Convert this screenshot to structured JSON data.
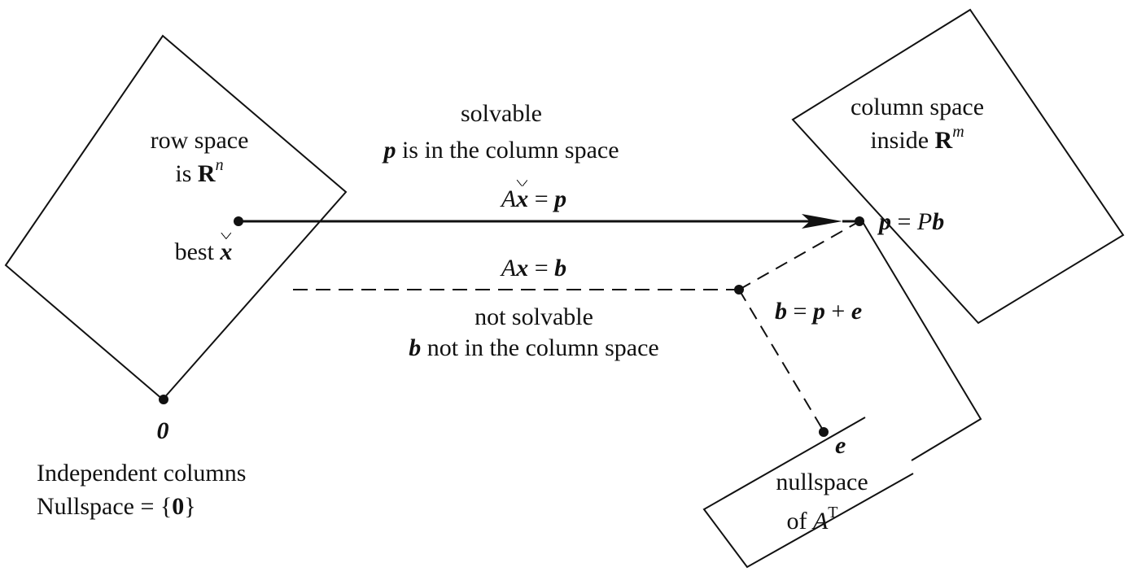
{
  "row_space": {
    "line1": "row space",
    "line2_prefix": "is ",
    "line2_symbol": "R",
    "line2_exp": "n"
  },
  "best": {
    "prefix": "best ",
    "var": "x"
  },
  "zero": {
    "label": "0"
  },
  "independent": {
    "line1": "Independent columns",
    "line2_prefix": "Nullspace = {",
    "line2_zero": "0",
    "line2_suffix": "}"
  },
  "solvable": {
    "title": "solvable",
    "line2_var": "p",
    "line2_text": " is in the column space",
    "eq_A": "A",
    "eq_x": "x",
    "eq_rest": " = ",
    "eq_p": "p"
  },
  "unsolvable": {
    "eq_A": "A",
    "eq_x": "x",
    "eq_mid": " = ",
    "eq_b": "b",
    "title": "not solvable",
    "line2_var": "b",
    "line2_text": " not in the column space"
  },
  "column_space": {
    "line1": "column space",
    "line2_prefix": "inside ",
    "line2_symbol": "R",
    "line2_exp": "m"
  },
  "p_eq": {
    "p": "p",
    "mid": " = ",
    "P": "P",
    "b": "b"
  },
  "b_eq": {
    "b": "b",
    "mid1": " = ",
    "p": "p",
    "mid2": " + ",
    "e": "e"
  },
  "e_point": {
    "label": "e"
  },
  "nullspace": {
    "line1": "nullspace",
    "line2_prefix": "of ",
    "line2_A": "A",
    "line2_exp": "T"
  }
}
